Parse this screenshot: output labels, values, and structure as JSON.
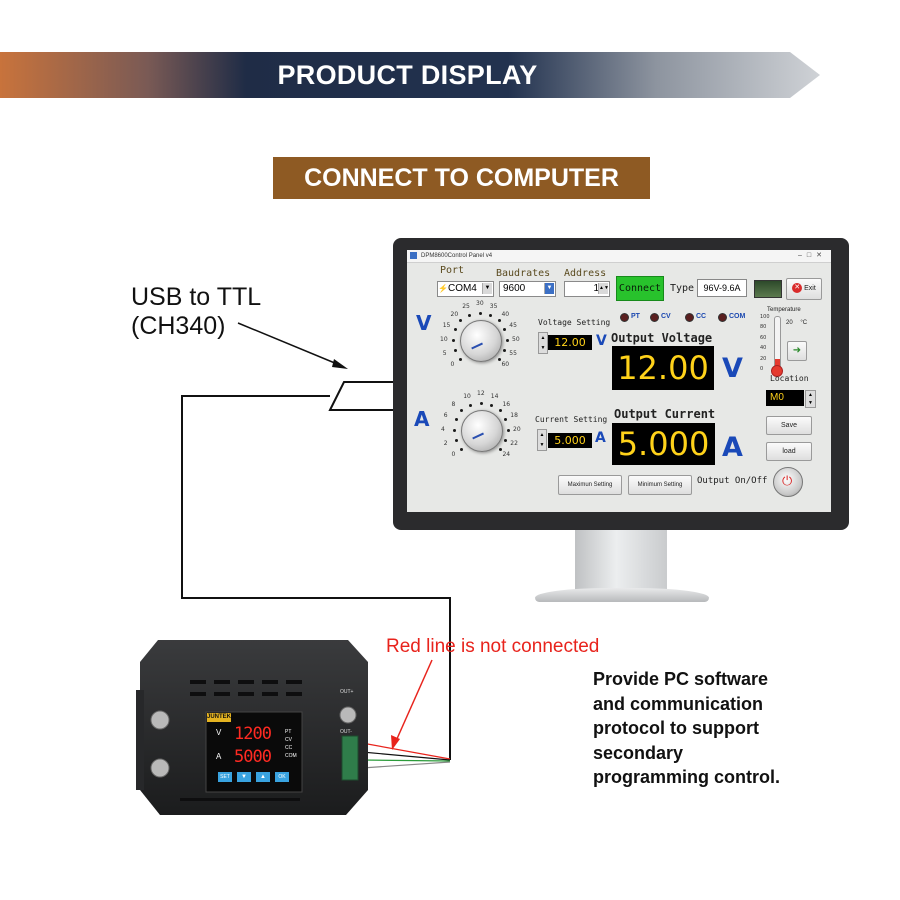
{
  "banner": {
    "title": "PRODUCT DISPLAY"
  },
  "section": {
    "title": "CONNECT TO COMPUTER"
  },
  "usb_label": {
    "line1": "USB to TTL",
    "line2": "(CH340)"
  },
  "window": {
    "title": "DPM8600Control Panel v4",
    "port_label": "Port",
    "port_value": "COM4",
    "baud_label": "Baudrates",
    "baud_value": "9600",
    "address_label": "Address",
    "address_value": "1",
    "connect_label": "Connect",
    "type_label": "Type",
    "type_value": "96V-9.6A",
    "exit_label": "Exit",
    "indicators": [
      "PT",
      "CV",
      "CC",
      "COM"
    ],
    "voltage_dial_unit": "V",
    "voltage_ticks": [
      "0",
      "5",
      "10",
      "15",
      "20",
      "25",
      "30",
      "35",
      "40",
      "45",
      "50",
      "55",
      "60"
    ],
    "current_dial_unit": "A",
    "current_ticks": [
      "0",
      "2",
      "4",
      "6",
      "8",
      "10",
      "12",
      "14",
      "16",
      "18",
      "20",
      "22",
      "24"
    ],
    "voltage_setting_label": "Voltage Setting",
    "voltage_setting_value": "12.00",
    "voltage_setting_unit": "V",
    "current_setting_label": "Current Setting",
    "current_setting_value": "5.000",
    "current_setting_unit": "A",
    "output_voltage_label": "Output Voltage",
    "output_voltage_value": "12.00",
    "output_voltage_unit": "V",
    "output_current_label": "Output Current",
    "output_current_value": "5.000",
    "output_current_unit": "A",
    "temperature_label": "Temperature",
    "temperature_value": "20",
    "temperature_unit": "°C",
    "thermo_ticks": [
      "100",
      "80",
      "60",
      "40",
      "20",
      "0"
    ],
    "location_label": "Location",
    "location_value": "M0",
    "save_label": "Save",
    "load_label": "load",
    "max_setting_label": "Maximun Setting",
    "min_setting_label": "Minimum Setting",
    "output_onoff_label": "Output On/Off"
  },
  "device": {
    "brand": "JUNTEK",
    "volt_reading": "1200",
    "amp_reading": "5000",
    "v_label": "V",
    "a_label": "A",
    "indicators": [
      "PT",
      "CV",
      "CC",
      "COM"
    ],
    "buttons": [
      "SET",
      "▼",
      "▲",
      "OK"
    ],
    "terminal_out_plus": "OUT+",
    "terminal_out_minus": "OUT-"
  },
  "red_note": "Red line is not connected",
  "provide_text": [
    "Provide PC software",
    "and communication",
    "protocol to support",
    "secondary",
    "programming control."
  ],
  "colors": {
    "banner_dark": "#1e2c45",
    "banner_orange": "#c76a33",
    "section_bg": "#8e5a23",
    "display_yellow": "#ffd21a",
    "unit_blue": "#1a49b8",
    "note_red": "#e8231c"
  }
}
